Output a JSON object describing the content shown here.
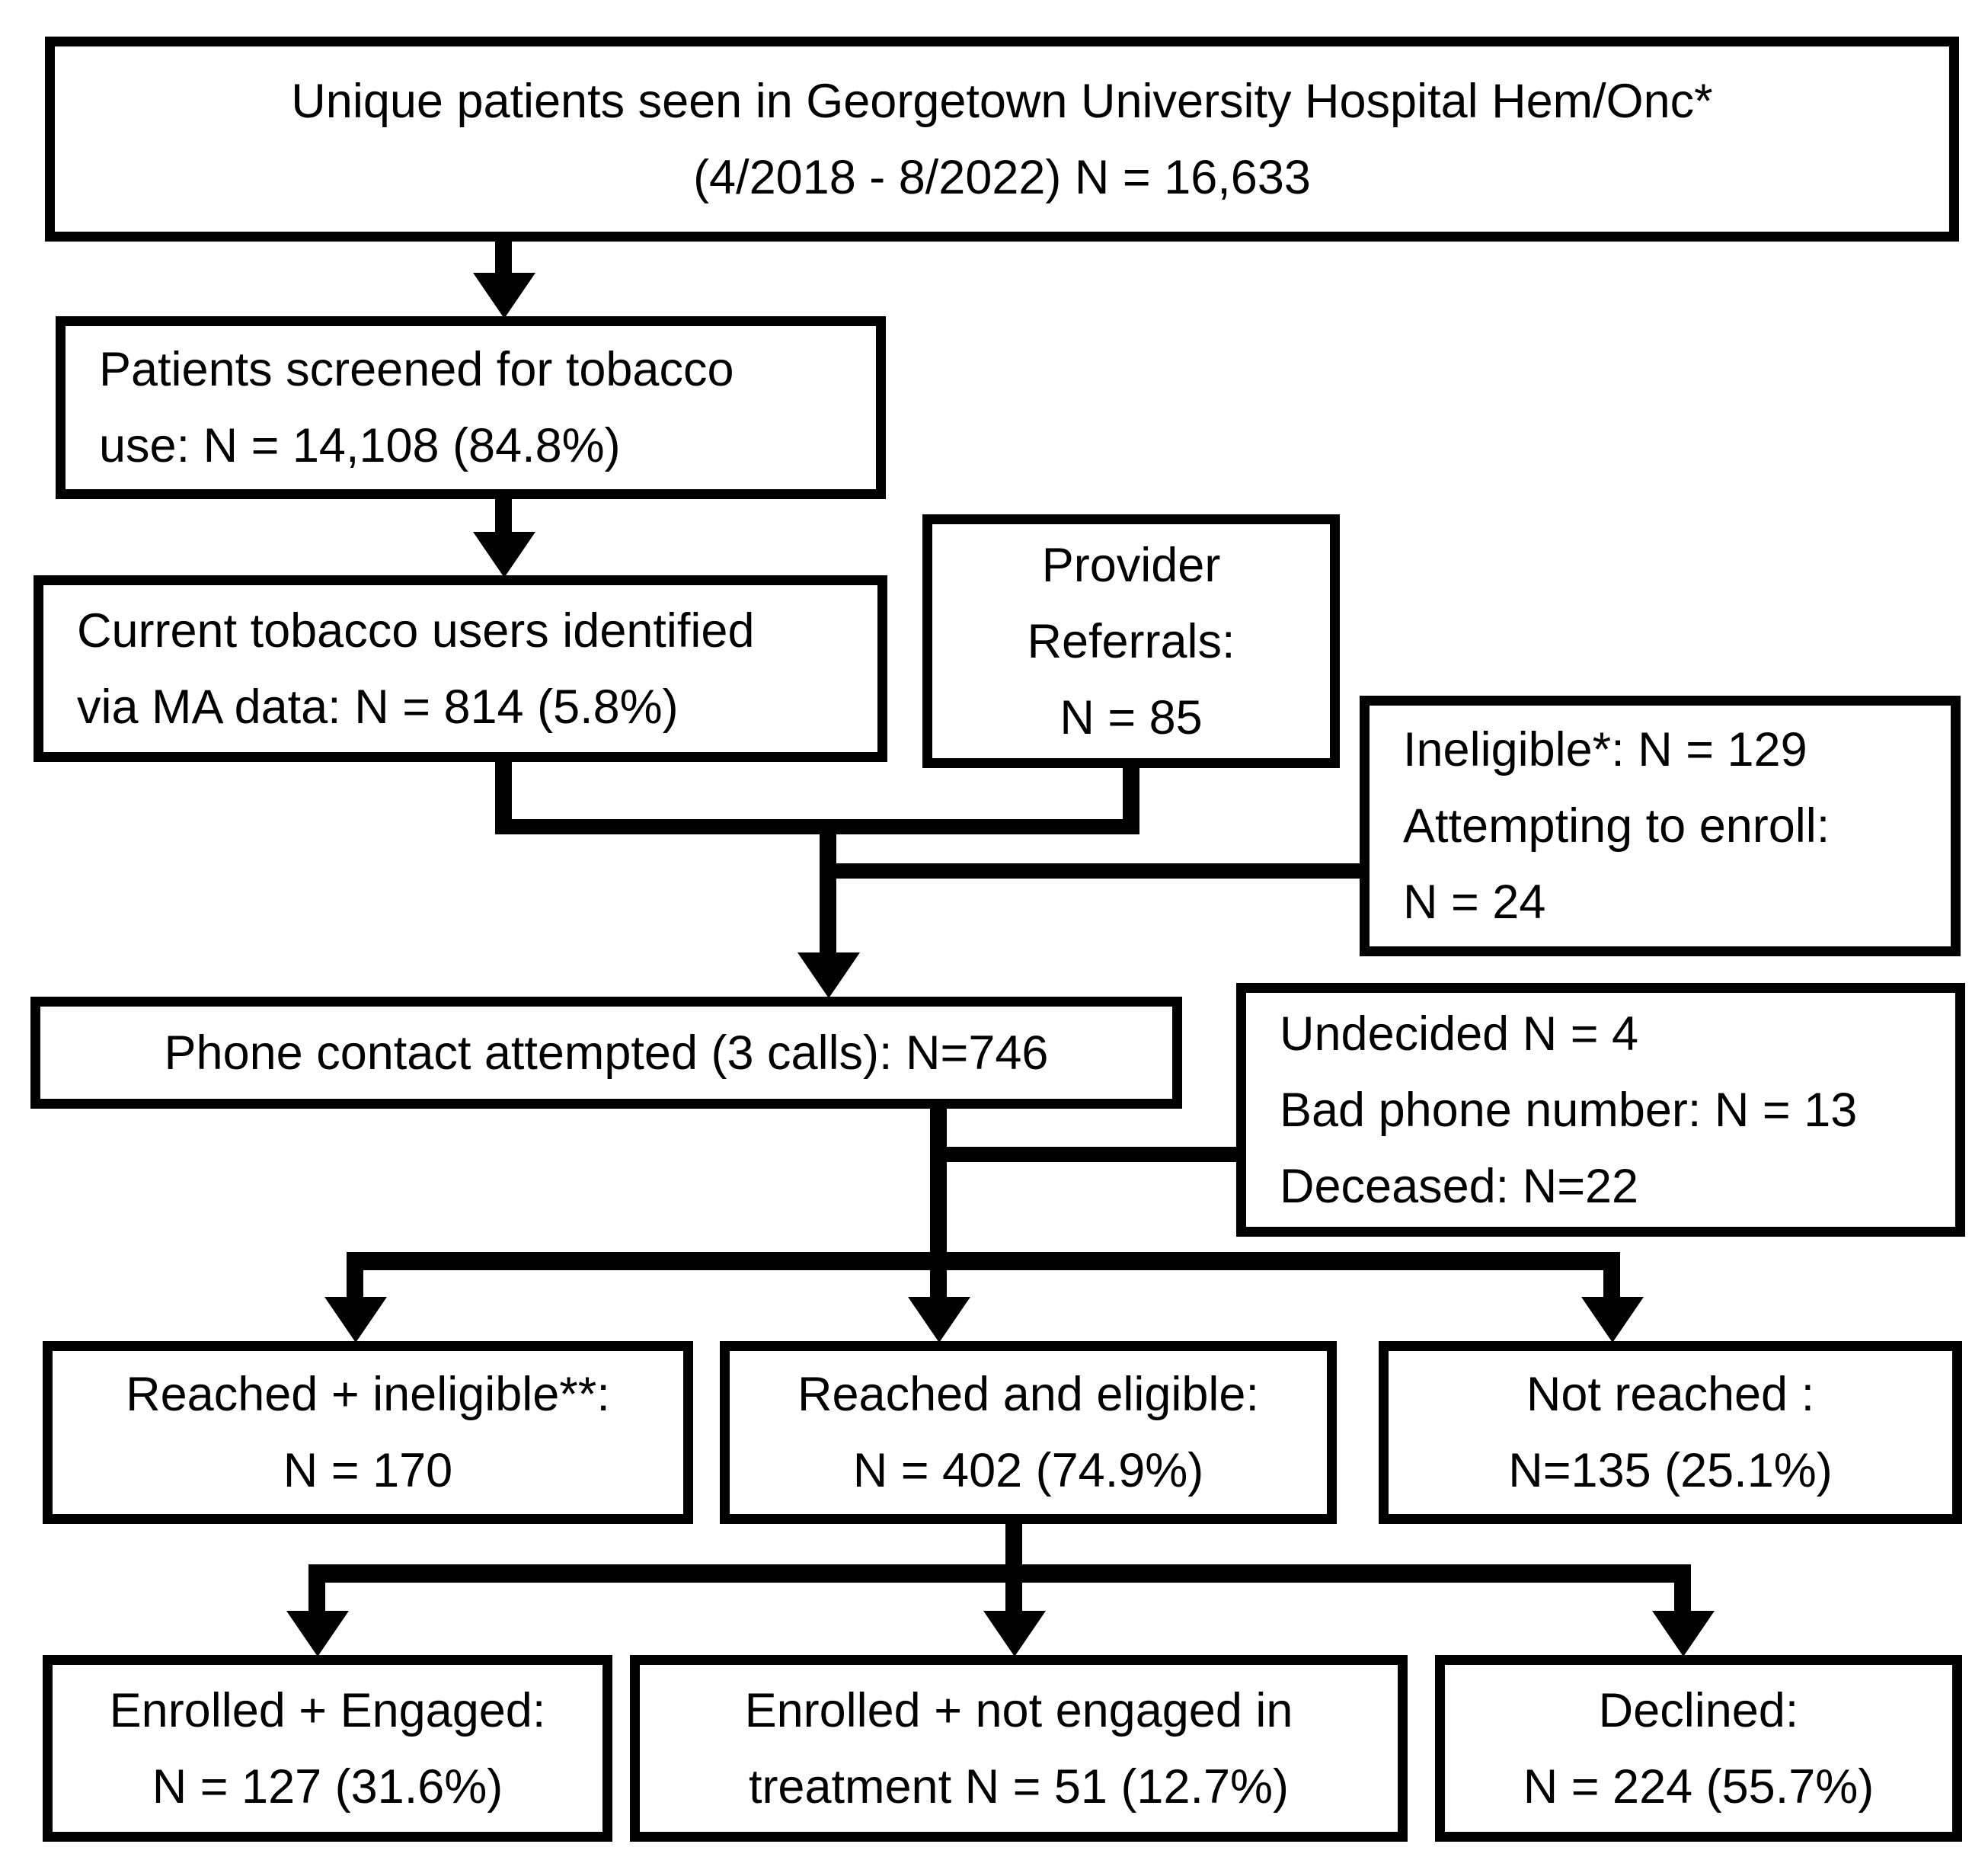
{
  "colors": {
    "ink": "#000000",
    "paper": "#ffffff"
  },
  "boxes": {
    "unique_patients": {
      "lines": [
        "Unique patients seen in Georgetown University Hospital Hem/Onc*",
        "(4/2018 - 8/2022) N = 16,633"
      ]
    },
    "screened": {
      "lines": [
        "Patients screened for tobacco",
        "use: N = 14,108 (84.8%)"
      ]
    },
    "ma_identified": {
      "lines": [
        "Current tobacco users identified",
        "via MA data: N = 814 (5.8%)"
      ]
    },
    "provider_referrals": {
      "lines": [
        "Provider",
        "Referrals:",
        "N = 85"
      ]
    },
    "ineligible": {
      "lines": [
        "Ineligible*: N = 129",
        "Attempting to enroll:",
        "N = 24"
      ]
    },
    "phone_contact": {
      "lines": [
        "Phone contact attempted (3 calls): N=746"
      ]
    },
    "not_contactable": {
      "lines": [
        "Undecided N = 4",
        "Bad phone number: N = 13",
        "Deceased: N=22"
      ]
    },
    "reached_ineligible": {
      "lines": [
        "Reached + ineligible**:",
        "N = 170"
      ]
    },
    "reached_eligible": {
      "lines": [
        "Reached and eligible:",
        "N = 402 (74.9%)"
      ]
    },
    "not_reached": {
      "lines": [
        "Not reached :",
        "N=135 (25.1%)"
      ]
    },
    "enrolled_engaged": {
      "lines": [
        "Enrolled + Engaged:",
        "N = 127 (31.6%)"
      ]
    },
    "enrolled_not_engaged": {
      "lines": [
        "Enrolled + not engaged in",
        "treatment N = 51 (12.7%)"
      ]
    },
    "declined": {
      "lines": [
        "Declined:",
        "N = 224 (55.7%)"
      ]
    }
  }
}
